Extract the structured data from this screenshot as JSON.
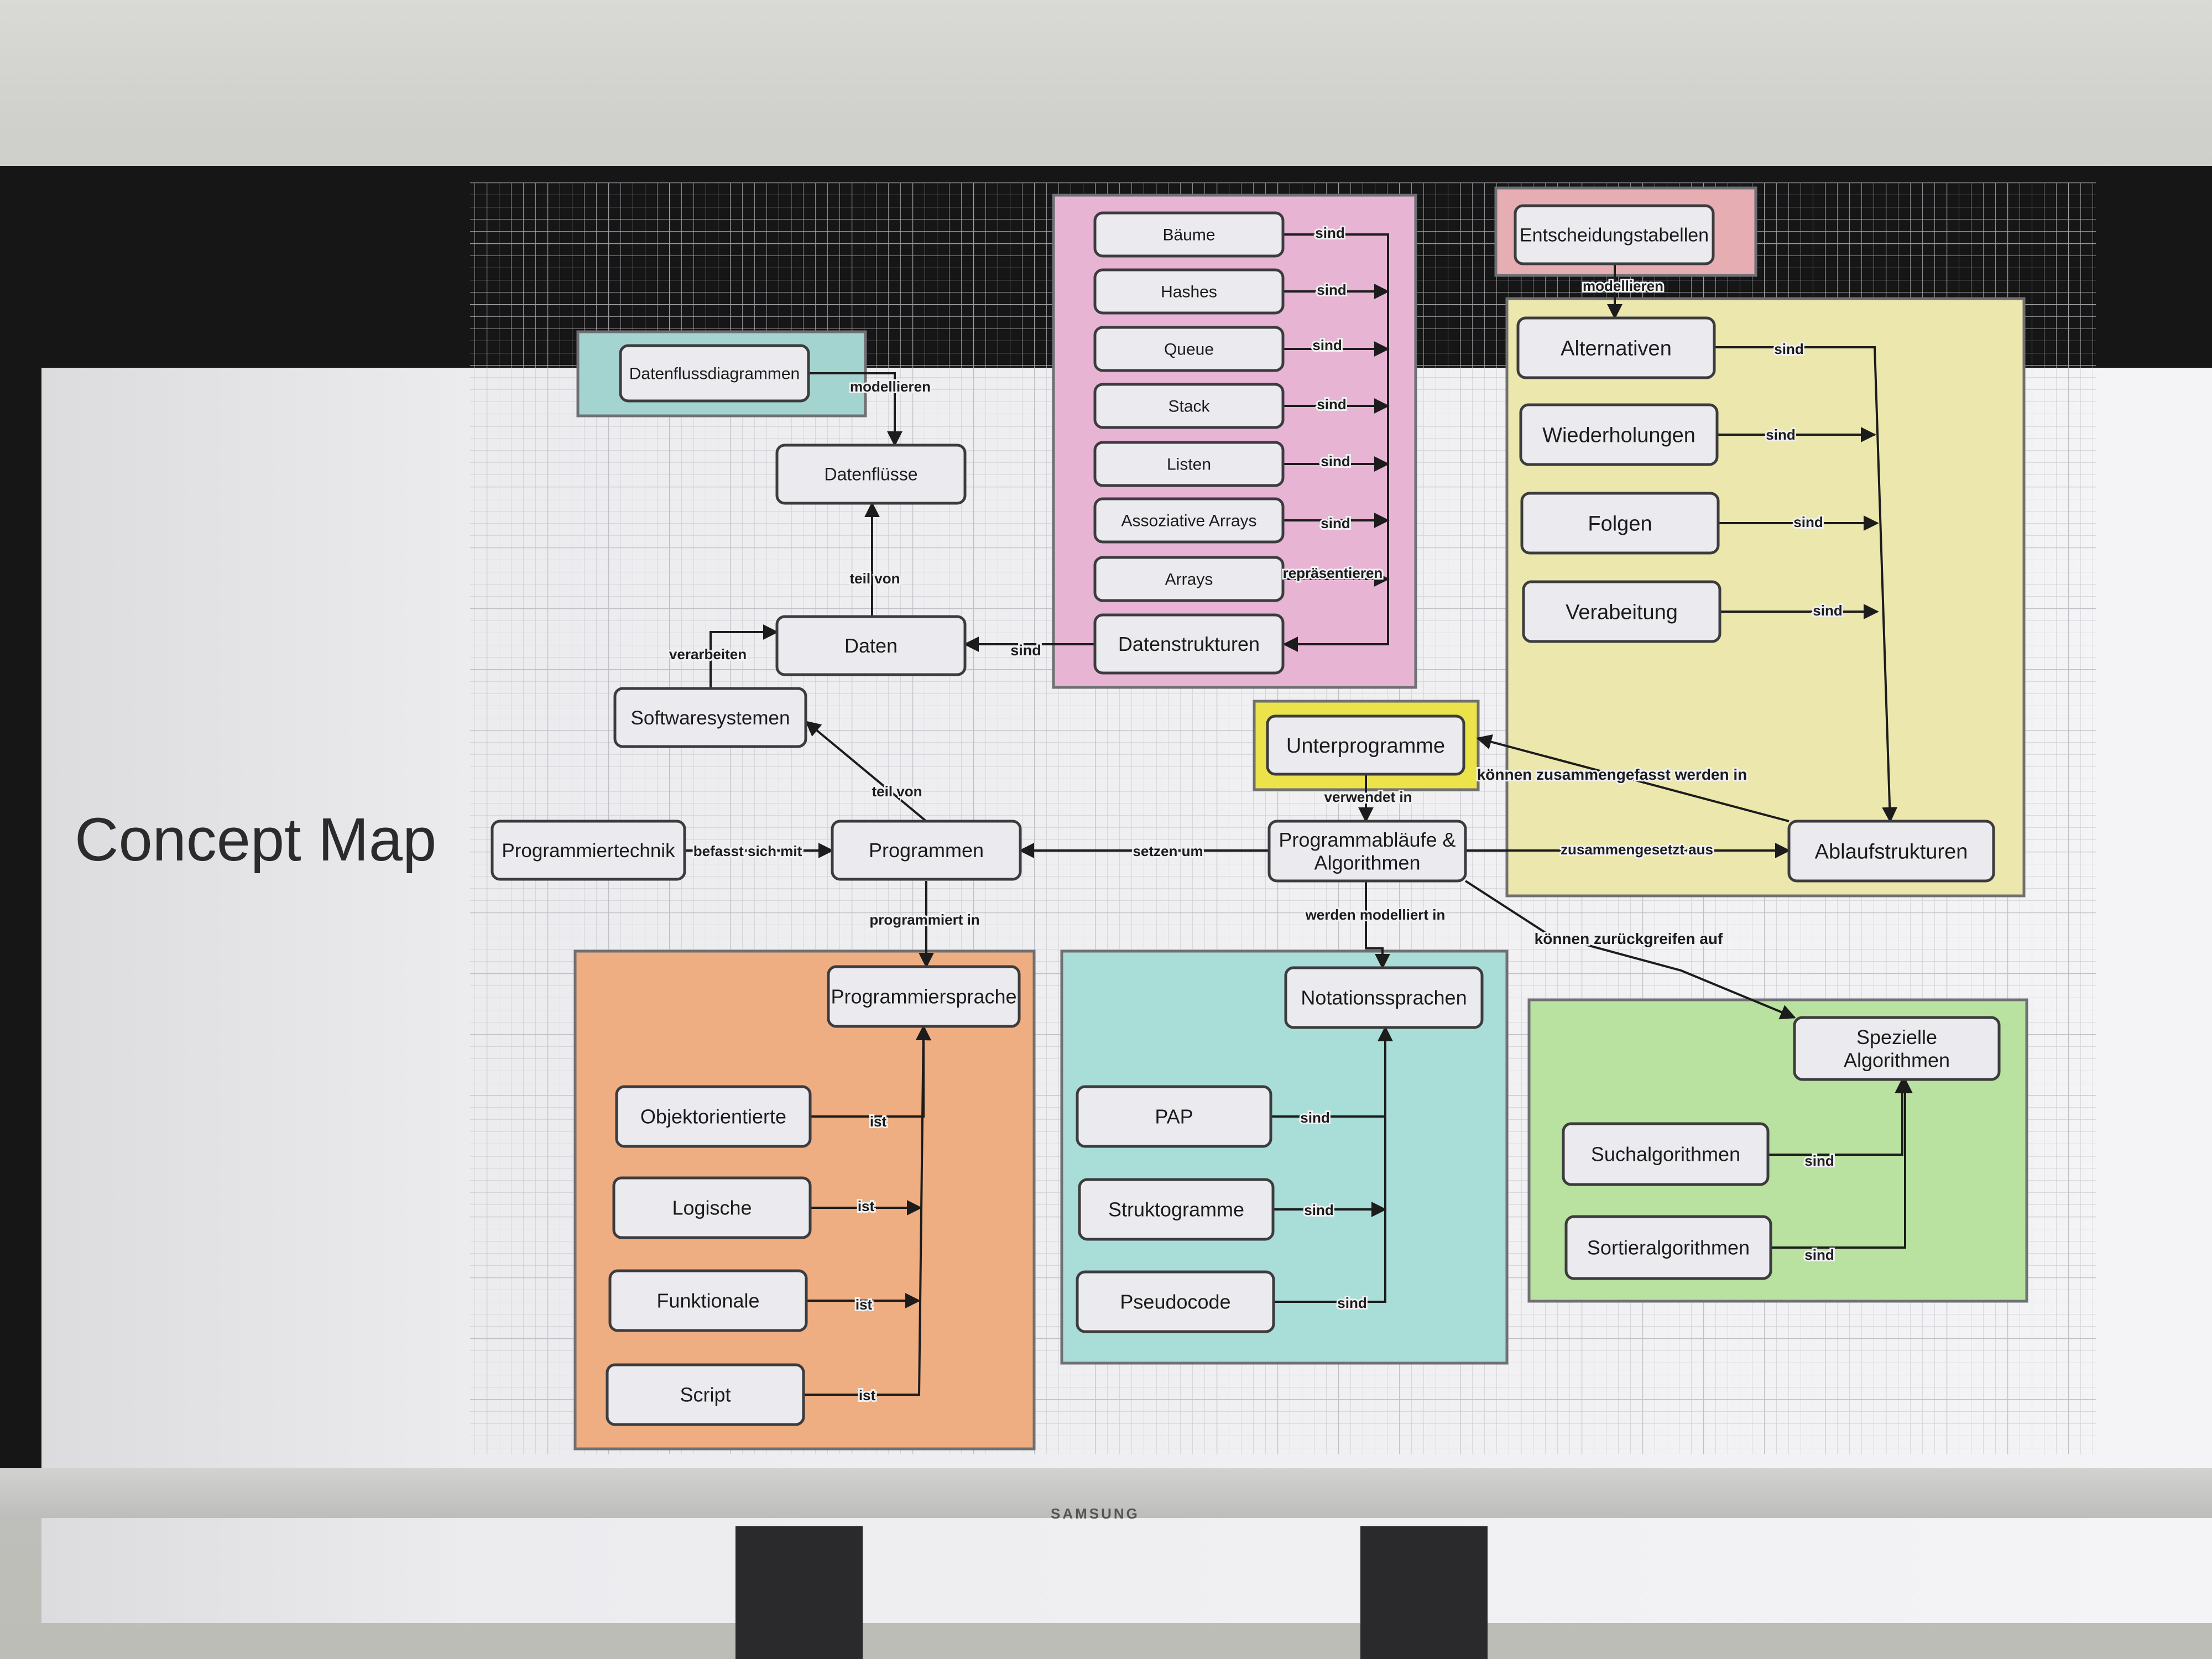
{
  "slide": {
    "title": "Concept Map"
  },
  "monitor": {
    "brand": "SAMSUNG"
  },
  "nodes": [
    {
      "id": "baeume",
      "label": "Bäume"
    },
    {
      "id": "hashes",
      "label": "Hashes"
    },
    {
      "id": "queue",
      "label": "Queue"
    },
    {
      "id": "stack",
      "label": "Stack"
    },
    {
      "id": "listen",
      "label": "Listen"
    },
    {
      "id": "assoz",
      "label": "Assoziative Arrays"
    },
    {
      "id": "arrays",
      "label": "Arrays"
    },
    {
      "id": "datenstrukturen",
      "label": "Datenstrukturen"
    },
    {
      "id": "entscheidungstabellen",
      "label": "Entscheidungstabellen"
    },
    {
      "id": "alternativen",
      "label": "Alternativen"
    },
    {
      "id": "wiederholungen",
      "label": "Wiederholungen"
    },
    {
      "id": "folgen",
      "label": "Folgen"
    },
    {
      "id": "verabeitung",
      "label": "Verabeitung"
    },
    {
      "id": "ablaufstrukturen",
      "label": "Ablaufstrukturen"
    },
    {
      "id": "datenflussdiagramme",
      "label": "Datenflussdiagrammen"
    },
    {
      "id": "datenfluesse",
      "label": "Datenflüsse"
    },
    {
      "id": "daten",
      "label": "Daten"
    },
    {
      "id": "softwaresystemen",
      "label": "Softwaresystemen"
    },
    {
      "id": "programmiertechnik",
      "label": "Programmiertechnik"
    },
    {
      "id": "programmen",
      "label": "Programmen"
    },
    {
      "id": "unterprogramme",
      "label": "Unterprogramme"
    },
    {
      "id": "programmablaeufe",
      "label": "Programmabläufe & Algorithmen"
    },
    {
      "id": "programmiersprache",
      "label": "Programmiersprache"
    },
    {
      "id": "objektorientierte",
      "label": "Objektorientierte"
    },
    {
      "id": "logische",
      "label": "Logische"
    },
    {
      "id": "funktionale",
      "label": "Funktionale"
    },
    {
      "id": "script",
      "label": "Script"
    },
    {
      "id": "notationssprachen",
      "label": "Notationssprachen"
    },
    {
      "id": "pap",
      "label": "PAP"
    },
    {
      "id": "struktogramme",
      "label": "Struktogramme"
    },
    {
      "id": "pseudocode",
      "label": "Pseudocode"
    },
    {
      "id": "spezielle",
      "label": "Spezielle Algorithmen"
    },
    {
      "id": "suchalgorithmen",
      "label": "Suchalgorithmen"
    },
    {
      "id": "sortieralgorithmen",
      "label": "Sortieralgorithmen"
    }
  ],
  "edges": [
    {
      "from": "baeume",
      "to": "datenstrukturen",
      "label": "sind"
    },
    {
      "from": "hashes",
      "to": "datenstrukturen",
      "label": "sind"
    },
    {
      "from": "queue",
      "to": "datenstrukturen",
      "label": "sind"
    },
    {
      "from": "stack",
      "to": "datenstrukturen",
      "label": "sind"
    },
    {
      "from": "listen",
      "to": "datenstrukturen",
      "label": "sind"
    },
    {
      "from": "assoz",
      "to": "datenstrukturen",
      "label": "sind"
    },
    {
      "from": "arrays",
      "to": "datenstrukturen",
      "label": "sind"
    },
    {
      "from": "datenstrukturen",
      "to": "daten",
      "label": "repräsentieren"
    },
    {
      "from": "entscheidungstabellen",
      "to": "alternativen",
      "label": "modellieren"
    },
    {
      "from": "alternativen",
      "to": "ablaufstrukturen",
      "label": "sind"
    },
    {
      "from": "wiederholungen",
      "to": "ablaufstrukturen",
      "label": "sind"
    },
    {
      "from": "folgen",
      "to": "ablaufstrukturen",
      "label": "sind"
    },
    {
      "from": "verabeitung",
      "to": "ablaufstrukturen",
      "label": "sind"
    },
    {
      "from": "datenflussdiagramme",
      "to": "datenfluesse",
      "label": "modellieren"
    },
    {
      "from": "daten",
      "to": "datenfluesse",
      "label": "teil von"
    },
    {
      "from": "softwaresystemen",
      "to": "daten",
      "label": "verarbeiten"
    },
    {
      "from": "programmen",
      "to": "softwaresystemen",
      "label": "teil von"
    },
    {
      "from": "programmiertechnik",
      "to": "programmen",
      "label": "befasst sich mit"
    },
    {
      "from": "programmablaeufe",
      "to": "programmen",
      "label": "setzen um"
    },
    {
      "from": "programmablaeufe",
      "to": "ablaufstrukturen",
      "label": "zusammengesetzt aus"
    },
    {
      "from": "ablaufstrukturen",
      "to": "unterprogramme",
      "label": "können zusammengefasst werden in"
    },
    {
      "from": "unterprogramme",
      "to": "programmablaeufe",
      "label": "verwendet in"
    },
    {
      "from": "programmablaeufe",
      "to": "notationssprachen",
      "label": "werden modelliert in"
    },
    {
      "from": "programmablaeufe",
      "to": "spezielle",
      "label": "können zurückgreifen auf"
    },
    {
      "from": "programmen",
      "to": "programmiersprache",
      "label": "programmiert in"
    },
    {
      "from": "objektorientierte",
      "to": "programmiersprache",
      "label": "ist"
    },
    {
      "from": "logische",
      "to": "programmiersprache",
      "label": "ist"
    },
    {
      "from": "funktionale",
      "to": "programmiersprache",
      "label": "ist"
    },
    {
      "from": "script",
      "to": "programmiersprache",
      "label": "ist"
    },
    {
      "from": "pap",
      "to": "notationssprachen",
      "label": "sind"
    },
    {
      "from": "struktogramme",
      "to": "notationssprachen",
      "label": "sind"
    },
    {
      "from": "pseudocode",
      "to": "notationssprachen",
      "label": "sind"
    },
    {
      "from": "suchalgorithmen",
      "to": "spezielle",
      "label": "sind"
    },
    {
      "from": "sortieralgorithmen",
      "to": "spezielle",
      "label": "sind"
    }
  ],
  "groups": [
    {
      "id": "g-datenstrukturen",
      "color": "#e8b4d4"
    },
    {
      "id": "g-entscheidung",
      "color": "#e6aeb2"
    },
    {
      "id": "g-ablauf",
      "color": "#ece7ad"
    },
    {
      "id": "g-datenfluss",
      "color": "#a4d4cf"
    },
    {
      "id": "g-unterprogramme",
      "color": "#ece24a"
    },
    {
      "id": "g-sprachen",
      "color": "#eeae82"
    },
    {
      "id": "g-notation",
      "color": "#a9ddd7"
    },
    {
      "id": "g-algorithmen",
      "color": "#b9e19f"
    }
  ]
}
